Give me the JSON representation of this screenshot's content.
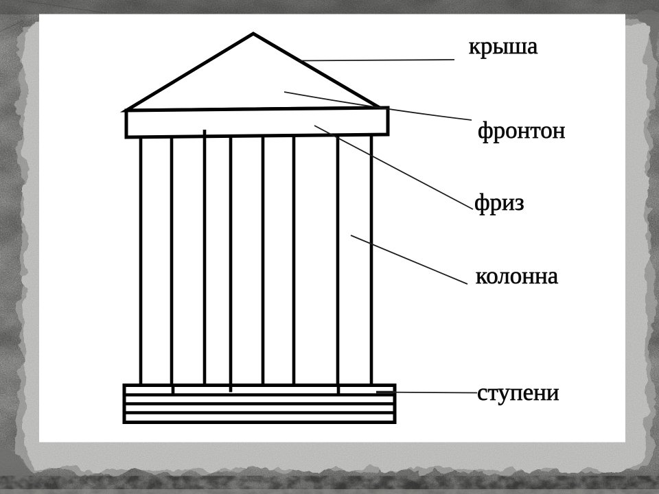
{
  "slide": {
    "kind": "labeled architecture diagram",
    "labels": [
      {
        "id": "roof",
        "text": "крыша"
      },
      {
        "id": "pediment",
        "text": "фронтон"
      },
      {
        "id": "frieze",
        "text": "фриз"
      },
      {
        "id": "column",
        "text": "колонна"
      },
      {
        "id": "steps",
        "text": "ступени"
      }
    ],
    "column_count": 8,
    "step_line_count": 3
  },
  "colors": {
    "ink": "#000000",
    "pointer_line": "#1c1c1c",
    "paper_white": "#ffffff",
    "torn_paper_light": "#c9c9c7",
    "torn_paper_mid": "#a8a8a6",
    "background_gray": "#8b8b89"
  }
}
